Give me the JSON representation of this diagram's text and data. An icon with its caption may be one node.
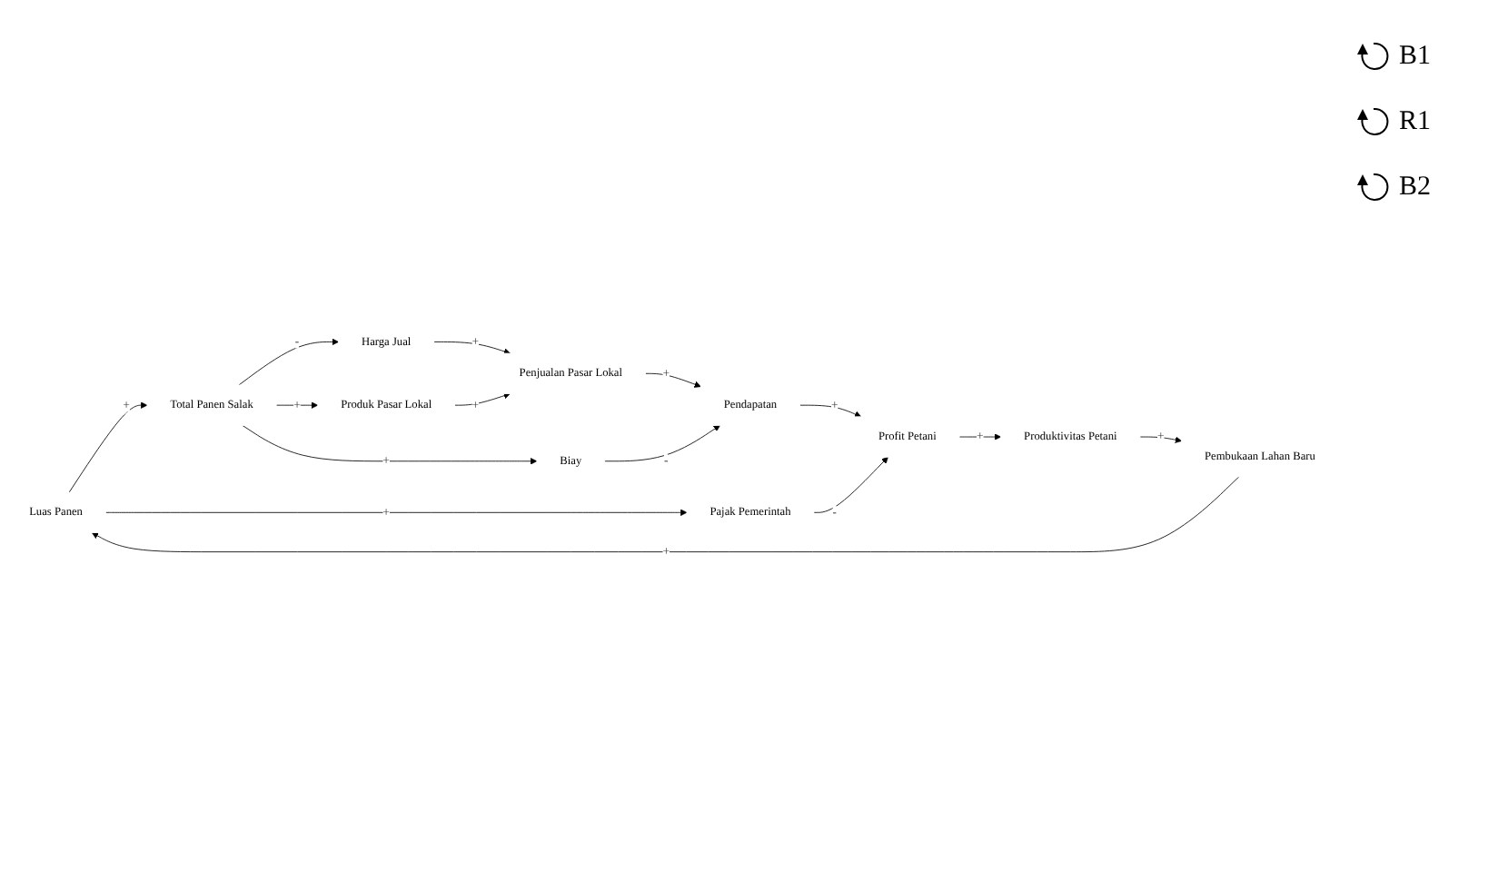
{
  "diagram": {
    "nodes": [
      {
        "text": [
          "Luas Panen"
        ]
      },
      {
        "text": [
          "Total Panen Salak"
        ]
      },
      {
        "text": [
          "Harga Jual"
        ]
      },
      {
        "text": [
          "Produk Pasar Lokal"
        ]
      },
      {
        "text": [
          "Penjualan Pasar Lokal"
        ]
      },
      {
        "text": [
          "Biay"
        ]
      },
      {
        "text": [
          "Pendapatan"
        ]
      },
      {
        "text": [
          "Pajak Pemerintah"
        ]
      },
      {
        "text": [
          "Profit Petani"
        ]
      },
      {
        "text": [
          "Produktivitas Petani"
        ]
      },
      {
        "text": [
          "Pembukaan Lahan Baru"
        ]
      }
    ],
    "edges": [
      {
        "from": 0,
        "to": 1,
        "arrow": "to",
        "label": "+"
      },
      {
        "from": 1,
        "to": 2,
        "arrow": "to",
        "label": "-"
      },
      {
        "from": 1,
        "to": 3,
        "arrow": "to",
        "label": "+"
      },
      {
        "from": 1,
        "to": 5,
        "arrow": "to",
        "label": "+"
      },
      {
        "from": 2,
        "to": 4,
        "arrow": "to",
        "label": "+"
      },
      {
        "from": 3,
        "to": 4,
        "arrow": "to",
        "label": "+"
      },
      {
        "from": 4,
        "to": 6,
        "arrow": "to",
        "label": "+"
      },
      {
        "from": 5,
        "to": 6,
        "arrow": "to",
        "label": "-"
      },
      {
        "from": 0,
        "to": 7,
        "arrow": "to",
        "label": "+"
      },
      {
        "from": 6,
        "to": 8,
        "arrow": "to",
        "label": "+"
      },
      {
        "from": 7,
        "to": 8,
        "arrow": "to",
        "label": "-"
      },
      {
        "from": 8,
        "to": 9,
        "arrow": "to",
        "label": "+"
      },
      {
        "from": 9,
        "to": 10,
        "arrow": "to",
        "label": "+"
      },
      {
        "from": 10,
        "to": 0,
        "arrow": "to",
        "label": "+"
      }
    ],
    "labels": [
      "B1",
      "R1",
      "B2"
    ]
  }
}
